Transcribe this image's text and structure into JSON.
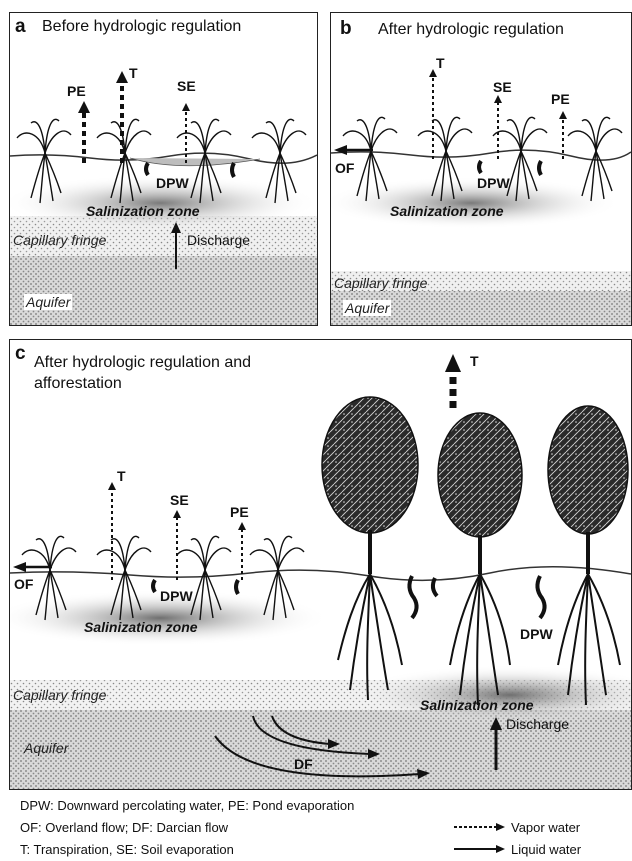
{
  "panels": {
    "a": {
      "letter": "a",
      "title": "Before hydrologic regulation",
      "labels": {
        "pe": "PE",
        "t": "T",
        "se": "SE",
        "dpw": "DPW",
        "salinization": "Salinization zone",
        "capillary": "Capillary fringe",
        "discharge": "Discharge",
        "aquifer": "Aquifer"
      }
    },
    "b": {
      "letter": "b",
      "title": "After hydrologic regulation",
      "labels": {
        "t": "T",
        "se": "SE",
        "pe": "PE",
        "of": "OF",
        "dpw": "DPW",
        "salinization": "Salinization zone",
        "capillary": "Capillary fringe",
        "aquifer": "Aquifer"
      }
    },
    "c": {
      "letter": "c",
      "title_line1": "After hydrologic regulation and",
      "title_line2": "afforestation",
      "labels": {
        "t_tree": "T",
        "t": "T",
        "se": "SE",
        "pe": "PE",
        "of": "OF",
        "dpw": "DPW",
        "dpw_trees": "DPW",
        "salinization": "Salinization zone",
        "salinization_trees": "Salinization zone",
        "capillary": "Capillary fringe",
        "discharge": "Discharge",
        "aquifer": "Aquifer",
        "df": "DF"
      }
    }
  },
  "legend": {
    "line1": "DPW: Downward percolating water,  PE: Pond evaporation",
    "line2": "OF: Overland flow; DF: Darcian flow",
    "line3": "T: Transpiration, SE: Soil evaporation",
    "vapor": "Vapor water",
    "liquid": "Liquid water"
  },
  "colors": {
    "border": "#222222",
    "sand": "#dcdcdc",
    "zone": "#9a9a9a",
    "tree": "#1a1a1a"
  }
}
